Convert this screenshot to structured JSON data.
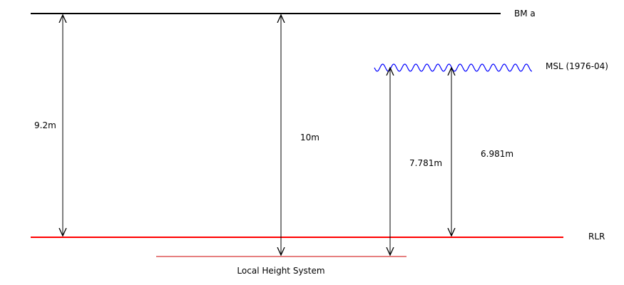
{
  "colors": {
    "datum_line": "#000000",
    "rlr_line": "#ff0000",
    "local_line": "#cc0000",
    "msl_wave": "#0000ff",
    "arrow": "#000000",
    "background": "#ffffff"
  },
  "levels": {
    "bm_a": "BM a",
    "msl": "MSL (1976-04)",
    "rlr": "RLR",
    "local": "Local Height System"
  },
  "measurements": {
    "bm_to_rlr": "9.2m",
    "bm_to_local": "10m",
    "msl_to_local": "7.781m",
    "msl_to_rlr": "6.981m"
  }
}
